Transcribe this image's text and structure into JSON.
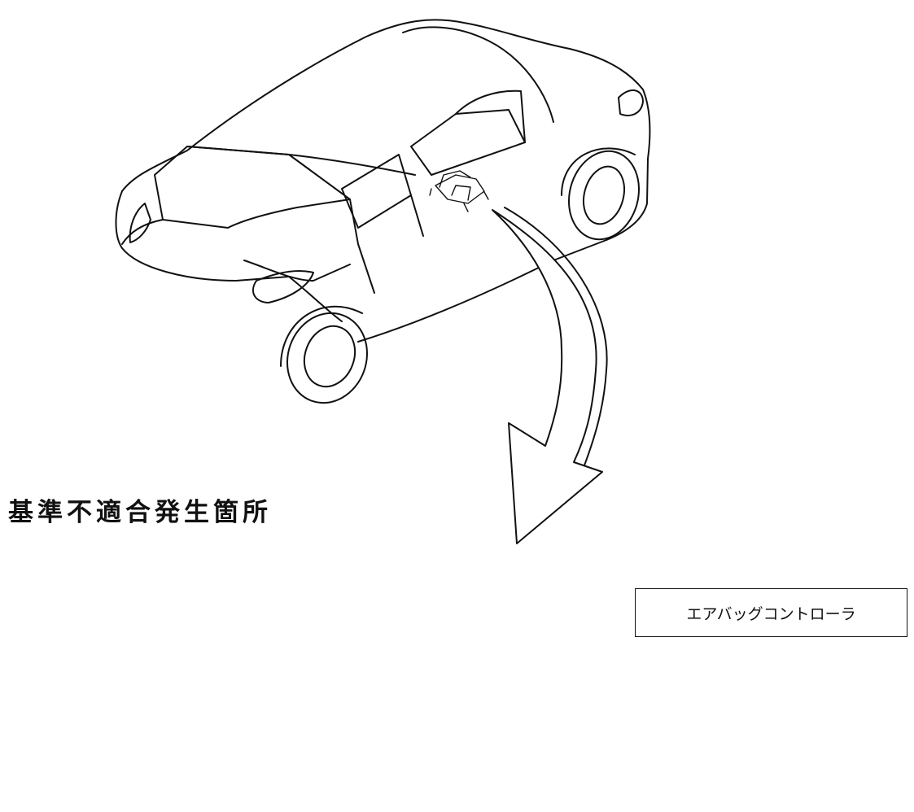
{
  "labels": {
    "location": "基準不適合発生箇所",
    "part_name": "エアバッグコントローラ"
  },
  "icons": [
    "car-illustration",
    "airbag-controller-illustration",
    "curved-arrow",
    "pointer-arrow"
  ],
  "colors": {
    "line": "#111111",
    "background": "#ffffff"
  }
}
